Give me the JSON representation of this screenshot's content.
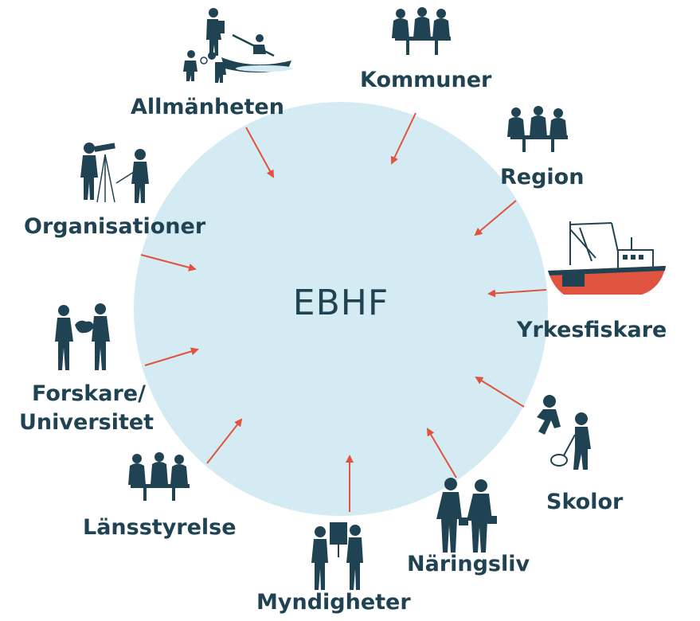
{
  "center": {
    "label": "EBHF"
  },
  "stakeholders": [
    {
      "id": "kommuner",
      "label": "Kommuner"
    },
    {
      "id": "region",
      "label": "Region"
    },
    {
      "id": "yrkesfiskare",
      "label": "Yrkesfiskare"
    },
    {
      "id": "skolor",
      "label": "Skolor"
    },
    {
      "id": "naringsliv",
      "label": "Näringsliv"
    },
    {
      "id": "myndigheter",
      "label": "Myndigheter"
    },
    {
      "id": "lansstyrelse",
      "label": "Länsstyrelse"
    },
    {
      "id": "forskare",
      "label": "Forskare/ Universitet",
      "line1": "Forskare/",
      "line2": "Universitet"
    },
    {
      "id": "organisationer",
      "label": "Organisationer"
    },
    {
      "id": "allmanheten",
      "label": "Allmänheten"
    }
  ],
  "colors": {
    "circle": "#d5ebf3",
    "text": "#1f4352",
    "arrow": "#e0533f",
    "boat": "#e0533f"
  },
  "icons": {
    "kommuner": "meeting-people-icon",
    "region": "meeting-people-icon",
    "yrkesfiskare": "fishing-boat-icon",
    "skolor": "children-net-icon",
    "naringsliv": "business-people-icon",
    "myndigheter": "presentation-board-icon",
    "lansstyrelse": "meeting-people-icon",
    "forskare": "researchers-icon",
    "organisationer": "telescope-observer-icon",
    "allmanheten": "outdoor-recreation-icon"
  }
}
